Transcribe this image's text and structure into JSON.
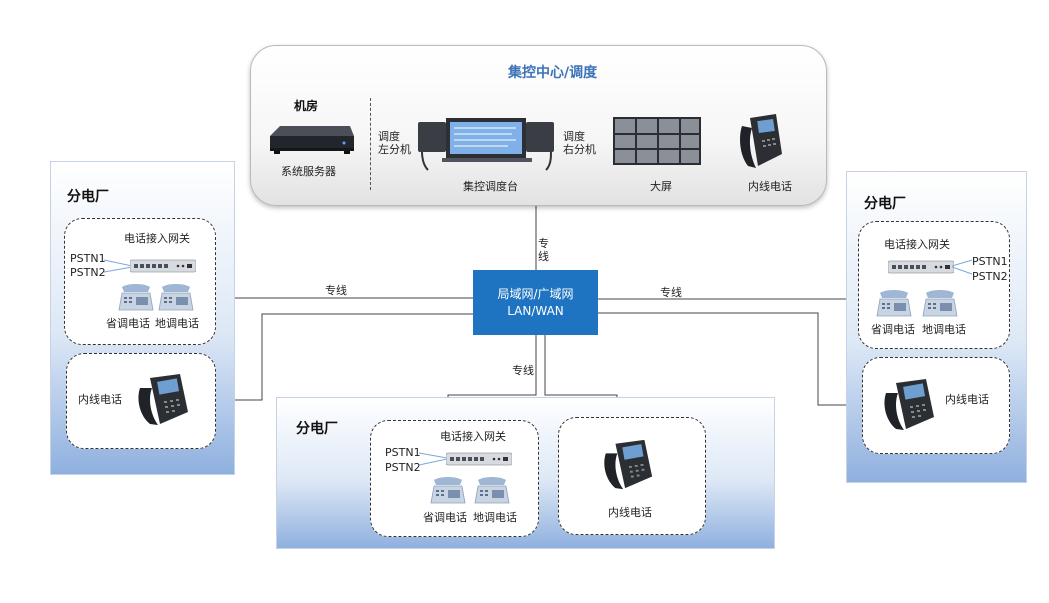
{
  "center": {
    "title": "集控中心/调度",
    "machine_room": "机房",
    "server_label": "系统服务器",
    "left_ext": "调度\n左分机",
    "right_ext": "调度\n右分机",
    "console_label": "集控调度台",
    "screen_label": "大屏",
    "phone_label": "内线电话"
  },
  "lan": {
    "line1": "局域网/广域网",
    "line2": "LAN/WAN"
  },
  "links": {
    "top": "专\n线",
    "left": "专线",
    "right": "专线",
    "bottom": "专线"
  },
  "plants": {
    "left": {
      "title": "分电厂",
      "gateway": "电话接入网关",
      "pstn1": "PSTN1",
      "pstn2": "PSTN2",
      "prov_phone": "省调电话",
      "local_phone": "地调电话",
      "ext_phone": "内线电话"
    },
    "right": {
      "title": "分电厂",
      "gateway": "电话接入网关",
      "pstn1": "PSTN1",
      "pstn2": "PSTN2",
      "prov_phone": "省调电话",
      "local_phone": "地调电话",
      "ext_phone": "内线电话"
    },
    "bottom": {
      "title": "分电厂",
      "gateway": "电话接入网关",
      "pstn1": "PSTN1",
      "pstn2": "PSTN2",
      "prov_phone": "省调电话",
      "local_phone": "地调电话",
      "ext_phone": "内线电话"
    }
  },
  "icons": [
    "server-icon",
    "dispatch-console-icon",
    "video-wall-icon",
    "ip-phone-icon",
    "gateway-icon",
    "desk-phone-icon"
  ]
}
